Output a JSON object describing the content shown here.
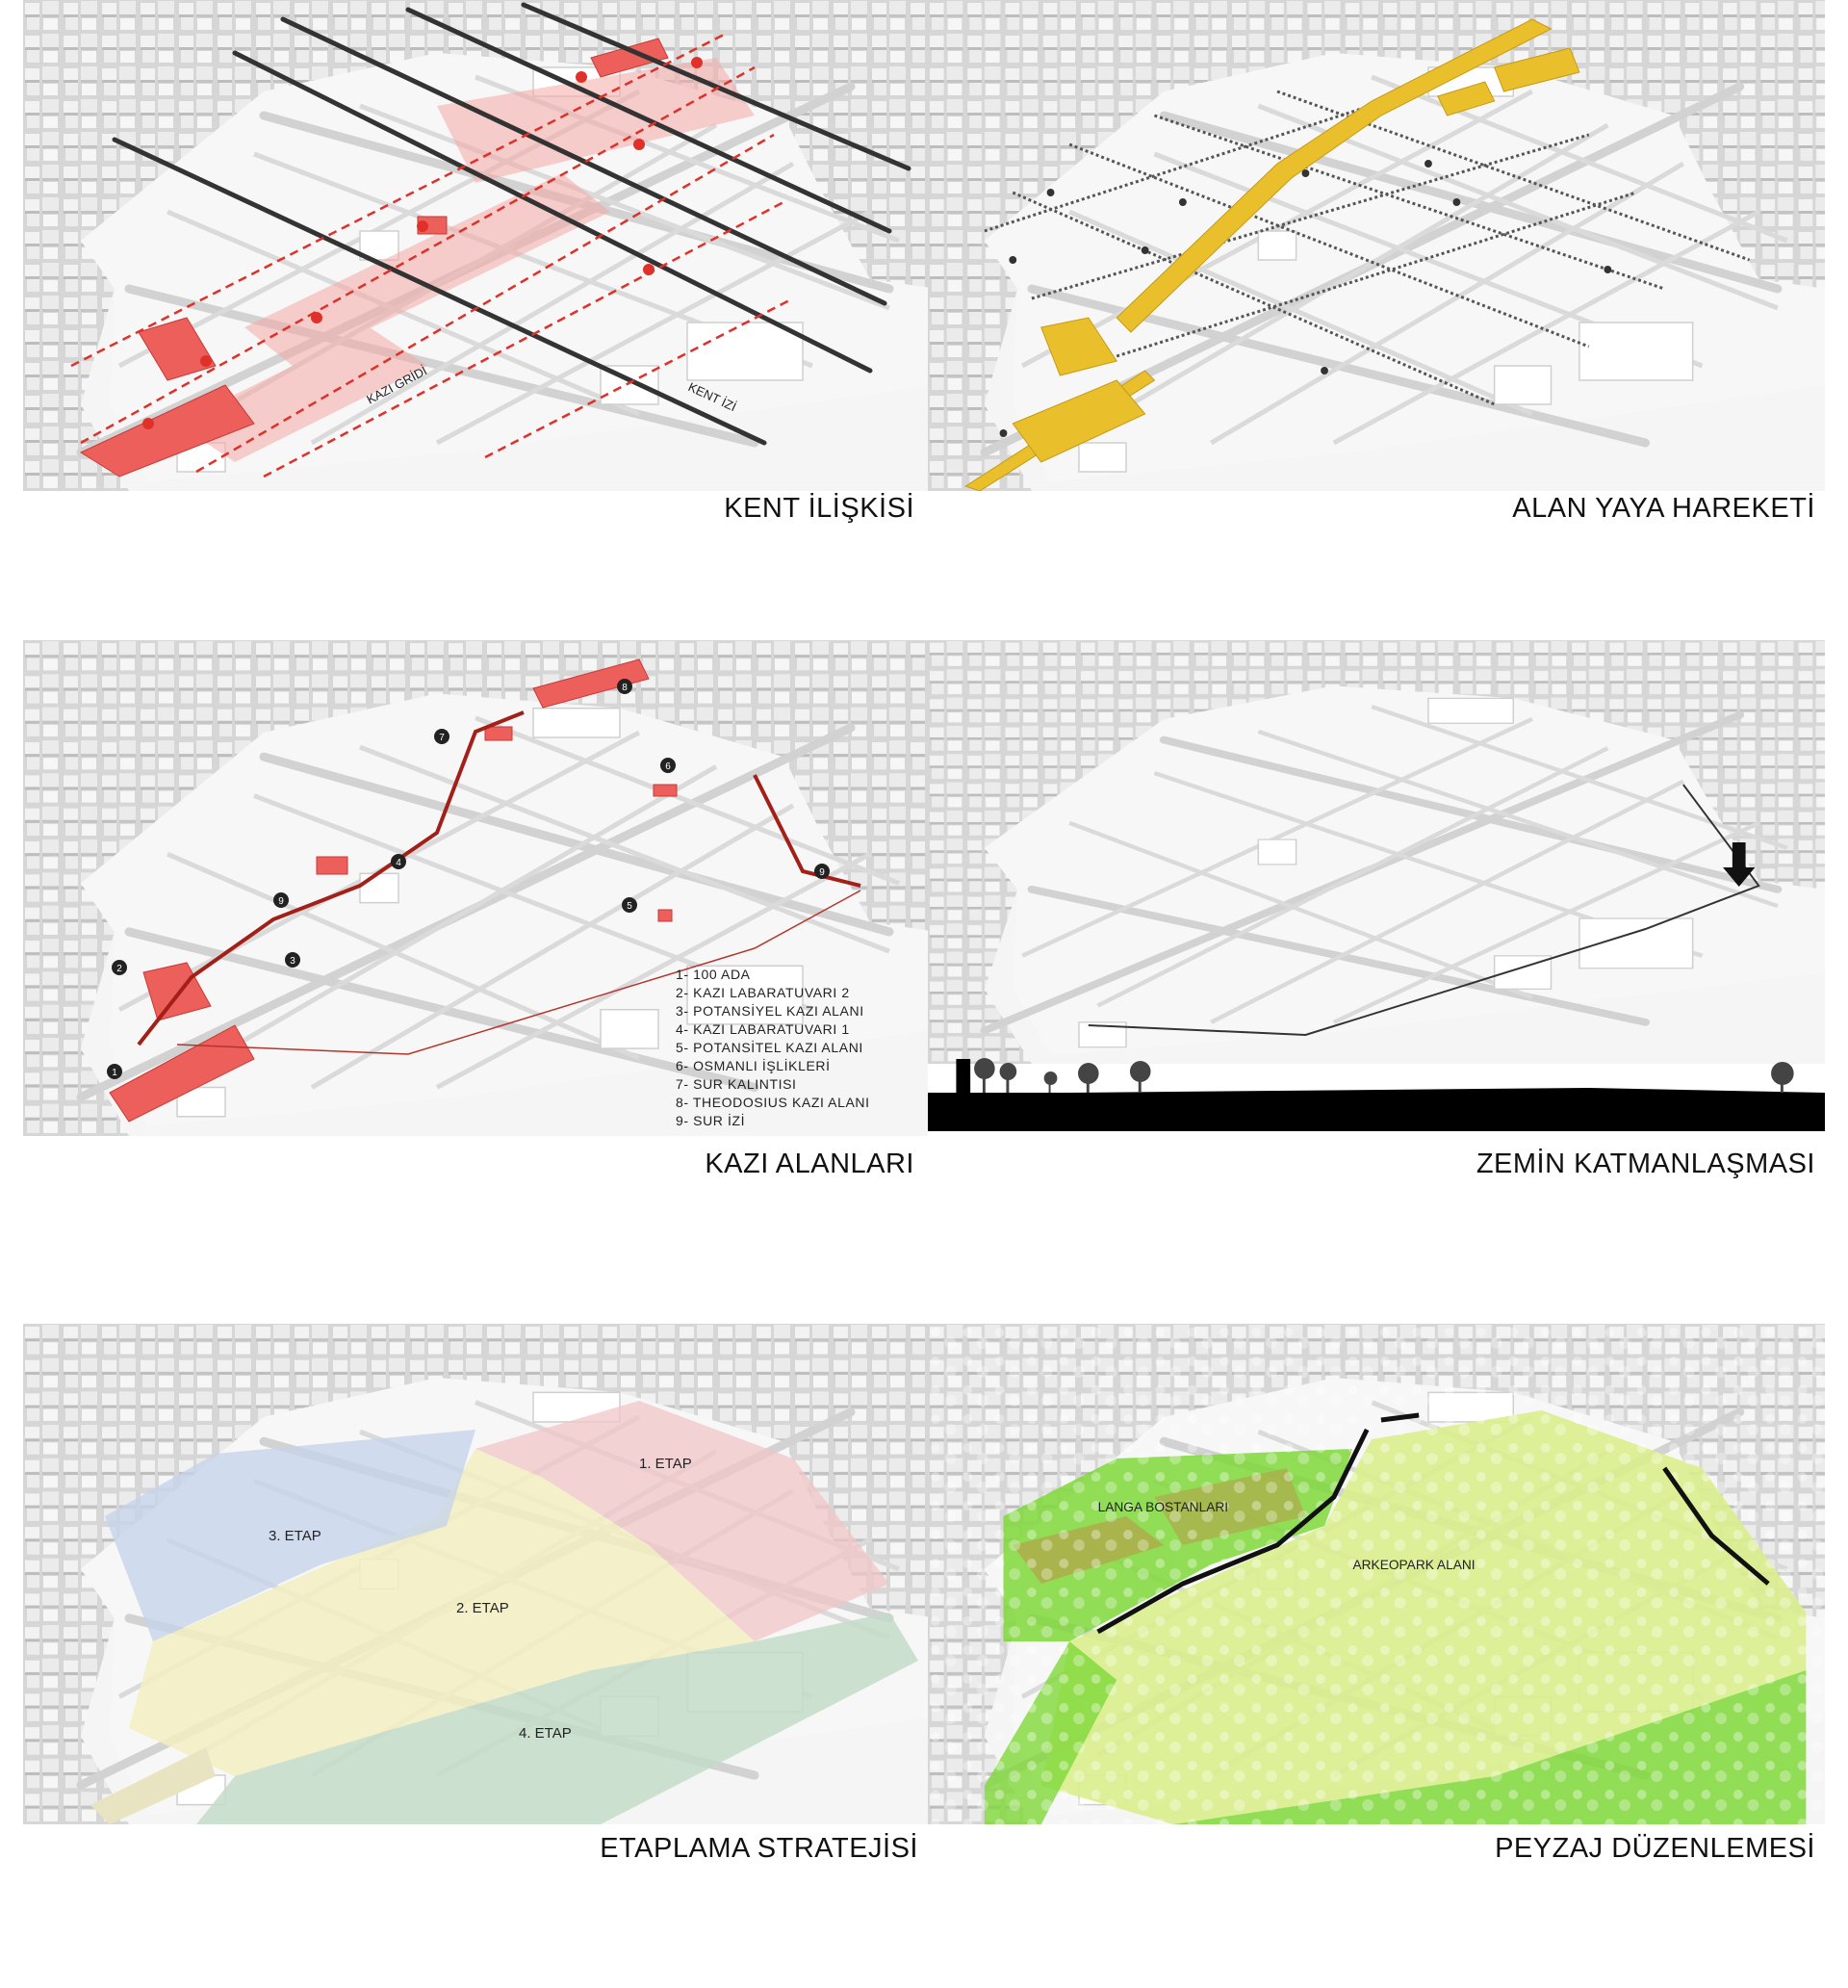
{
  "panels": [
    {
      "id": "kent-iliskisi",
      "caption": "KENT İLİŞKİSİ",
      "labels": {
        "kazi_gridi": "KAZI GRİDİ",
        "kent_izi": "KENT İZİ"
      }
    },
    {
      "id": "alan-yaya-hareketi",
      "caption": "ALAN YAYA HAREKETİ"
    },
    {
      "id": "kazi-alanlari",
      "caption": "KAZI ALANLARI",
      "markers": [
        "1",
        "2",
        "3",
        "4",
        "5",
        "6",
        "7",
        "8",
        "9",
        "9"
      ],
      "legend": [
        "1- 100 ADA",
        "2- KAZI LABARATUVARI 2",
        "3- POTANSİYEL KAZI ALANI",
        "4- KAZI LABARATUVARI 1",
        "5- POTANSİTEL KAZI ALANI",
        "6- OSMANLI İŞLİKLERİ",
        "7- SUR KALINTISI",
        "8- THEODOSIUS KAZI ALANI",
        "9- SUR İZİ"
      ]
    },
    {
      "id": "zemin-katmanlasmasi",
      "caption": "ZEMİN KATMANLAŞMASI"
    },
    {
      "id": "etaplama-stratejisi",
      "caption": "ETAPLAMA STRATEJİSİ",
      "zones": [
        "1. ETAP",
        "2. ETAP",
        "3. ETAP",
        "4. ETAP"
      ]
    },
    {
      "id": "peyzaj-duzenlemesi",
      "caption": "PEYZAJ DÜZENLEMESİ",
      "areas": [
        "LANGA BOSTANLARI",
        "ARKEOPARK ALANI"
      ]
    }
  ],
  "colors": {
    "excavation_red": "#e0302a",
    "pedestrian_yellow": "#e9bf2c",
    "etap1": "#f1c6c8",
    "etap2": "#f3efc2",
    "etap3": "#c6d4ea",
    "etap4": "#c4dcc9",
    "green": "#7fd83a",
    "light_green": "#d9ee8c"
  }
}
